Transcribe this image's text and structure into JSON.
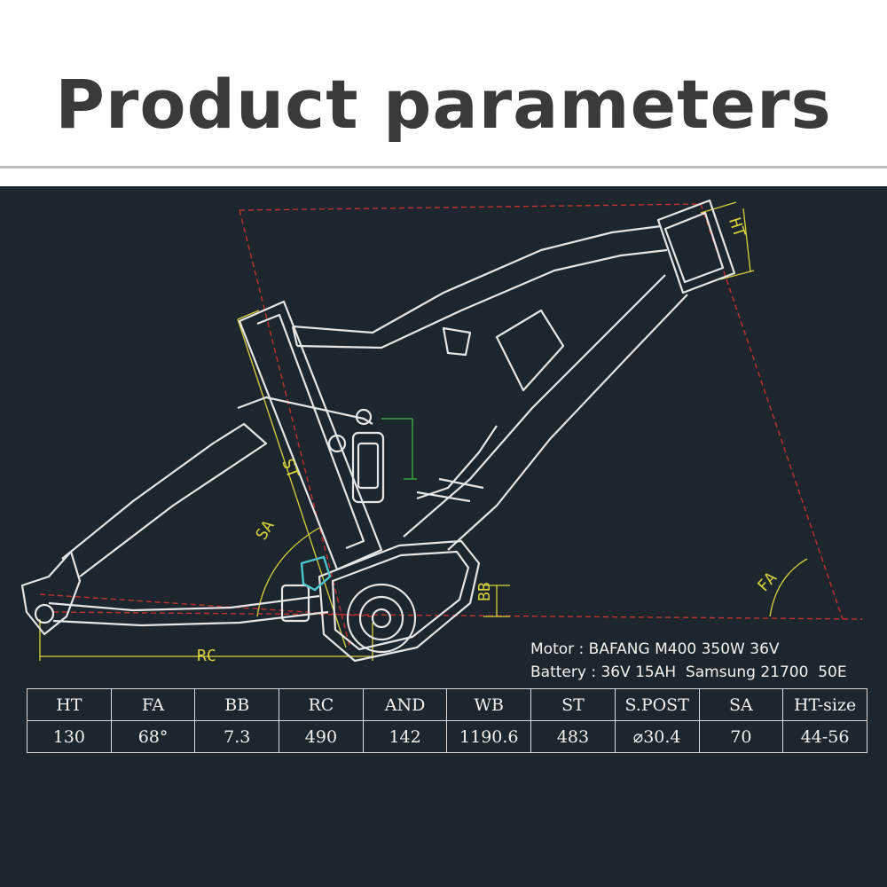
{
  "title": "Product parameters",
  "labels": {
    "ht": "HT",
    "st": "ST",
    "sa": "SA",
    "fa": "FA",
    "bb": "BB",
    "rc": "RC"
  },
  "specs": {
    "motor": "Motor : BAFANG M400 350W 36V",
    "battery": "Battery : 36V 15AH  Samsung 21700  50E"
  },
  "table": {
    "headers": [
      "HT",
      "FA",
      "BB",
      "RC",
      "AND",
      "WB",
      "ST",
      "S.POST",
      "SA",
      "HT-size"
    ],
    "values": [
      "130",
      "68°",
      "7.3",
      "490",
      "142",
      "1190.6",
      "483",
      "⌀30.4",
      "70",
      "44-56"
    ]
  },
  "colors": {
    "panel": "#1d262c",
    "frame_line": "#e6e6e6",
    "dim_yellow": "#d8d23c",
    "dim_red": "#c03030",
    "pivot_cyan": "#4cc4cc",
    "link_green": "#3cb34a"
  }
}
